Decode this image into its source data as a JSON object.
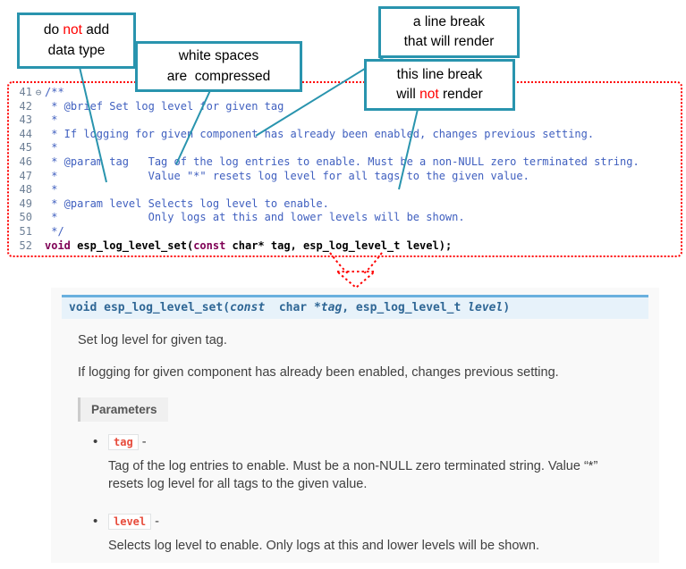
{
  "colors": {
    "teal": "#2994ae",
    "red": "#ff0000",
    "comment_blue": "#3F5FBF",
    "keyword_purple": "#7F0055",
    "line_number": "#6d7f95",
    "sig_bg": "#e7f2fa",
    "sig_border": "#6ab0de",
    "sig_text": "#2e6695",
    "literal_red": "#e74c3c",
    "panel_bg": "#f9f9f9",
    "text": "#404040"
  },
  "callouts": {
    "box1": {
      "l1_pre": "do ",
      "l1_red": "not",
      "l1_post": " add",
      "l2": "data type"
    },
    "box2": {
      "l1": "white spaces",
      "l2": "are  compressed"
    },
    "box3": {
      "l1": "a line break",
      "l2": "that will render"
    },
    "box4": {
      "l1": "this line break",
      "l2_pre": "will ",
      "l2_red": "not",
      "l2_post": " render"
    }
  },
  "editor": {
    "lines": [
      {
        "num": "41",
        "fold": "⊖",
        "parts": [
          {
            "t": "/**",
            "c": "comment"
          }
        ]
      },
      {
        "num": "42",
        "parts": [
          {
            "t": " * @brief Set log level for given tag",
            "c": "comment"
          }
        ]
      },
      {
        "num": "43",
        "parts": [
          {
            "t": " *",
            "c": "comment"
          }
        ]
      },
      {
        "num": "44",
        "parts": [
          {
            "t": " * If logging for given component has already been enabled, changes previous setting.",
            "c": "comment"
          }
        ]
      },
      {
        "num": "45",
        "parts": [
          {
            "t": " *",
            "c": "comment"
          }
        ]
      },
      {
        "num": "46",
        "parts": [
          {
            "t": " * @param tag   Tag of the log entries to enable. Must be a non-NULL zero terminated string.",
            "c": "comment"
          }
        ]
      },
      {
        "num": "47",
        "parts": [
          {
            "t": " *              Value \"*\" resets log level for all tags to the given value.",
            "c": "comment"
          }
        ]
      },
      {
        "num": "48",
        "parts": [
          {
            "t": " *",
            "c": "comment"
          }
        ]
      },
      {
        "num": "49",
        "parts": [
          {
            "t": " * @param level Selects log level to enable.",
            "c": "comment"
          }
        ]
      },
      {
        "num": "50",
        "parts": [
          {
            "t": " *              Only logs at this and lower levels will be shown.",
            "c": "comment"
          }
        ]
      },
      {
        "num": "51",
        "parts": [
          {
            "t": " */",
            "c": "comment"
          }
        ]
      },
      {
        "num": "52",
        "parts": [
          {
            "t": "void",
            "c": "keyword"
          },
          {
            "t": " esp_log_level_set(",
            "c": "plain"
          },
          {
            "t": "const",
            "c": "keyword"
          },
          {
            "t": " char* tag, esp_log_level_t level);",
            "c": "plain"
          }
        ]
      }
    ]
  },
  "docs": {
    "signature": [
      {
        "t": "void ",
        "c": "kw"
      },
      {
        "t": "esp_log_level_set",
        "c": "name"
      },
      {
        "t": "(",
        "c": "plain"
      },
      {
        "t": "const",
        "c": "kwit"
      },
      {
        "t": "  char *",
        "c": "plain"
      },
      {
        "t": "tag",
        "c": "param"
      },
      {
        "t": ", esp_log_level_t ",
        "c": "plain"
      },
      {
        "t": "level",
        "c": "param"
      },
      {
        "t": ")",
        "c": "plain"
      }
    ],
    "p1": "Set log level for given tag.",
    "p2": "If logging for given component has already been enabled, changes previous setting.",
    "parameters_label": "Parameters",
    "parameters": [
      {
        "name": "tag",
        "dash": "-",
        "desc": "Tag of the log entries to enable. Must be a non-NULL zero terminated string. Value “*” resets log level for all tags to the given value."
      },
      {
        "name": "level",
        "dash": "-",
        "desc": "Selects log level to enable. Only logs at this and lower levels will be shown."
      }
    ]
  }
}
